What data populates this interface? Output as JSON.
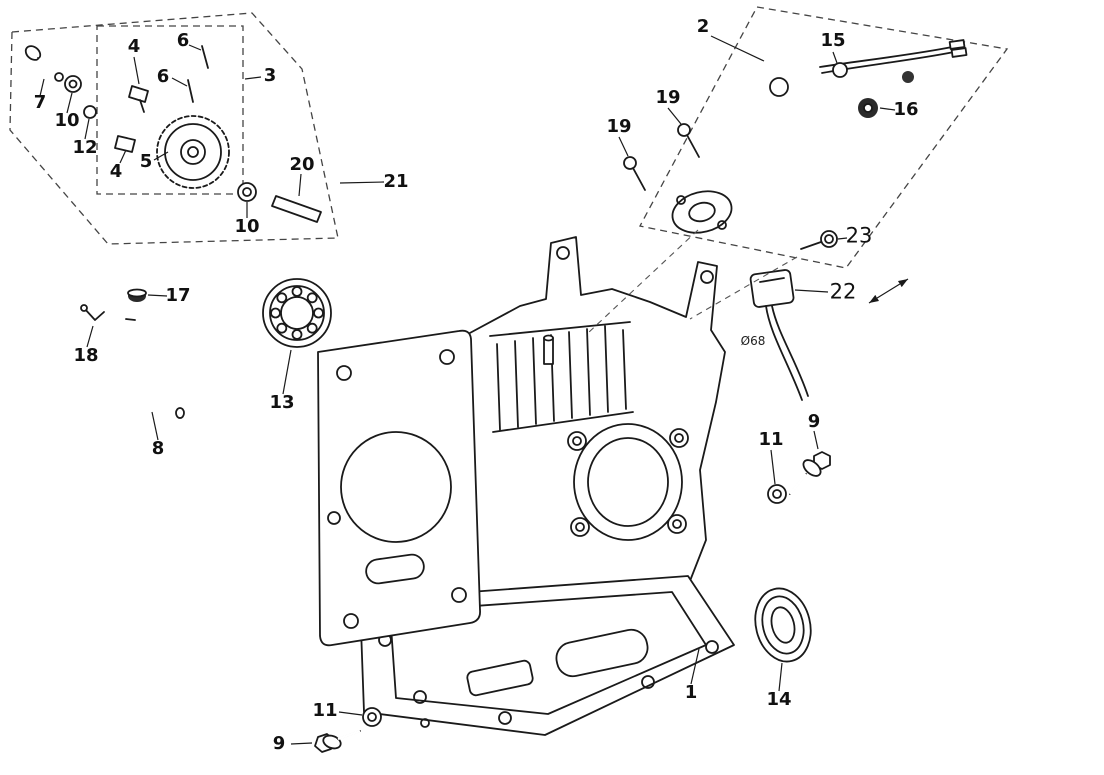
{
  "diagram": {
    "type": "exploded-parts-diagram",
    "colors": {
      "line": "#1a1a1a",
      "background": "#ffffff"
    },
    "callouts": [
      {
        "label": "7"
      },
      {
        "label": "10"
      },
      {
        "label": "12"
      },
      {
        "label": "4"
      },
      {
        "label": "6"
      },
      {
        "label": "6"
      },
      {
        "label": "3"
      },
      {
        "label": "4"
      },
      {
        "label": "5"
      },
      {
        "label": "10"
      },
      {
        "label": "20"
      },
      {
        "label": "21"
      },
      {
        "label": "2"
      },
      {
        "label": "19"
      },
      {
        "label": "19"
      },
      {
        "label": "15"
      },
      {
        "label": "16"
      },
      {
        "label": "23"
      },
      {
        "label": "22"
      },
      {
        "label": "Ø68"
      },
      {
        "label": "17"
      },
      {
        "label": "18"
      },
      {
        "label": "13"
      },
      {
        "label": "8"
      },
      {
        "label": "11"
      },
      {
        "label": "9"
      },
      {
        "label": "1"
      },
      {
        "label": "14"
      },
      {
        "label": "11"
      },
      {
        "label": "9"
      }
    ]
  }
}
